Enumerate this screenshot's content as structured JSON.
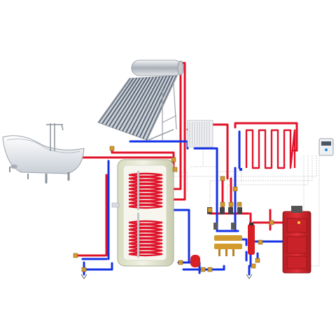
{
  "colors": {
    "hot": "#e0132a",
    "cold": "#1432e6",
    "signal": "#c8c8c8",
    "tank_body": "#e9ebd6",
    "tank_inner": "#f3f4ea",
    "boiler": "#d9242b",
    "boiler_dark": "#b01c22",
    "valve_brass": "#d39b2e",
    "expansion_vessel": "#d91f26",
    "solar_frame": "#b7bcc2",
    "solar_tube": "#5a6778"
  },
  "components": [
    {
      "name": "bathtub",
      "icon": "clawfoot-bathtub-icon"
    },
    {
      "name": "solar-collector",
      "icon": "evacuated-tube-solar-collector-icon"
    },
    {
      "name": "radiator",
      "icon": "panel-radiator-icon"
    },
    {
      "name": "underfloor-heating-loop",
      "icon": "serpentine-pipe-icon"
    },
    {
      "name": "storage-tank",
      "icon": "dual-coil-water-tank-icon"
    },
    {
      "name": "solid-fuel-boiler",
      "icon": "boiler-icon"
    },
    {
      "name": "hydraulic-separator",
      "icon": "hydraulic-separator-icon"
    },
    {
      "name": "distribution-manifold",
      "icon": "manifold-icon"
    },
    {
      "name": "expansion-vessel",
      "icon": "expansion-vessel-icon"
    },
    {
      "name": "controller",
      "icon": "control-panel-icon"
    }
  ]
}
